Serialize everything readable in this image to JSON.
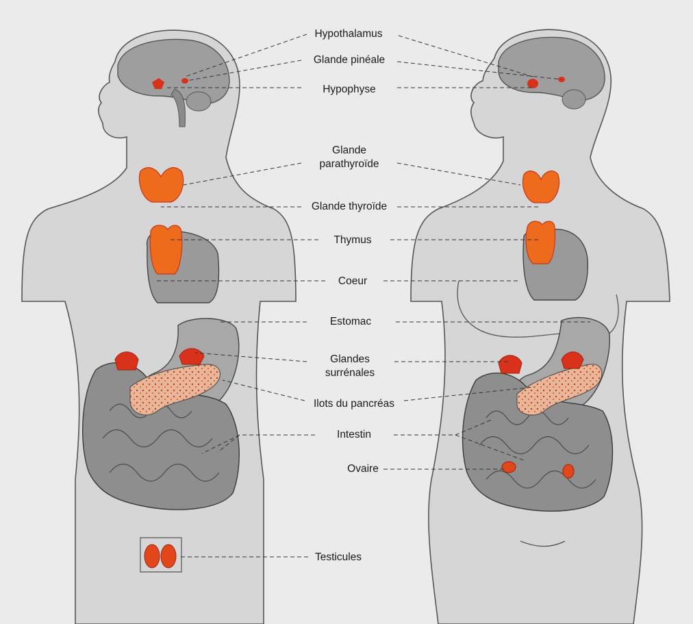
{
  "labels": {
    "hypothalamus": "Hypothalamus",
    "pineal": "Glande pinéale",
    "hypophyse": "Hypophyse",
    "parathyroid_1": "Glande",
    "parathyroid_2": "parathyroïde",
    "thyroid": "Glande thyroïde",
    "thymus": "Thymus",
    "coeur": "Coeur",
    "estomac": "Estomac",
    "surrenales_1": "Glandes",
    "surrenales_2": "surrénales",
    "pancreas": "Ilots du pancréas",
    "intestin": "Intestin",
    "ovaire": "Ovaire",
    "testicules": "Testicules"
  },
  "colors": {
    "background": "#ebebeb",
    "body_fill": "#d6d6d6",
    "body_outline": "#555555",
    "organ_grey": "#9a9a9a",
    "gland_orange": "#ee6a1c",
    "gland_red": "#d8321a",
    "leader_line": "#333333"
  }
}
